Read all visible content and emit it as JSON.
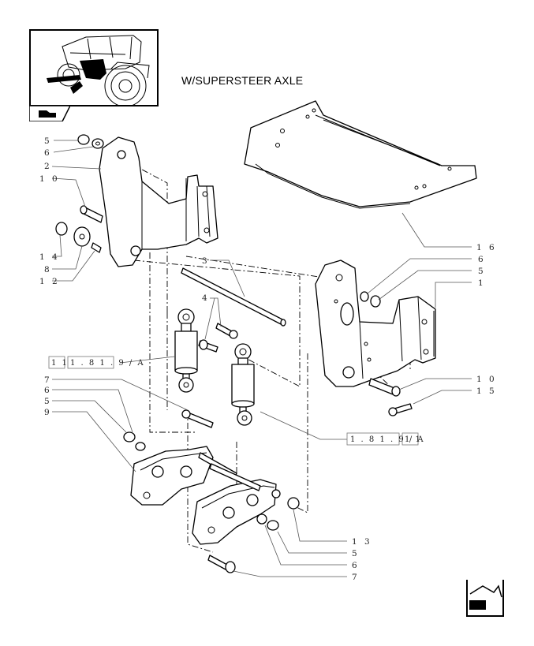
{
  "title": "W/SUPERSTEER AXLE",
  "references": {
    "left_box_a": "1 1",
    "left_box_b": "1 . 8 1 . 9 / A",
    "right_box_a": "1 . 8 1 . 9 / A",
    "right_box_b": "1 1"
  },
  "callouts": {
    "l5": "5",
    "l6": "6",
    "l2": "2",
    "l10": "1 0",
    "l14": "1 4",
    "l8": "8",
    "l12": "1 2",
    "c3": "3",
    "c4": "4",
    "r16": "1 6",
    "r6": "6",
    "r5": "5",
    "r1": "1",
    "r10": "1 0",
    "r15": "1 5",
    "m7": "7",
    "m6": "6",
    "m5": "5",
    "m9": "9",
    "b13": "1 3",
    "b5": "5",
    "b6": "6",
    "b7": "7"
  },
  "icons": {
    "thumbnail": "tractor-thumbnail-icon",
    "tab": "book-tab-icon",
    "nav": "next-page-icon"
  }
}
